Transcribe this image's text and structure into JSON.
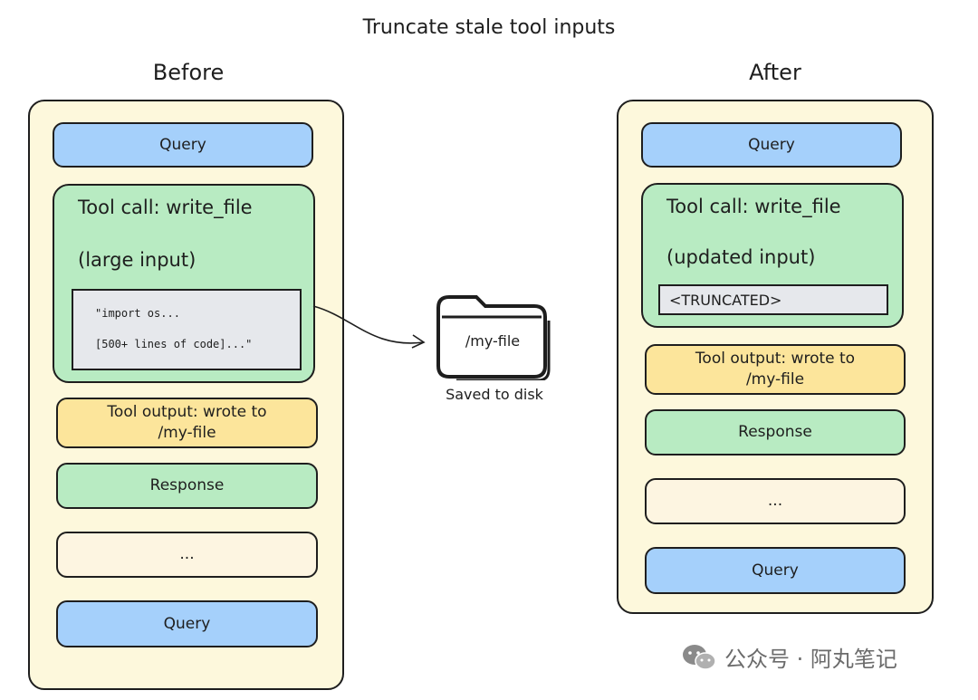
{
  "title": "Truncate stale tool inputs",
  "before": {
    "heading": "Before",
    "query_top": "Query",
    "tool_call": "Tool call: write_file",
    "tool_call_sub": "(large input)",
    "code_line1": "\"import os...",
    "code_line2": "[500+ lines of code]...\"",
    "tool_output": "Tool output: wrote to\n/my-file",
    "response": "Response",
    "ellipsis": "...",
    "query_bottom": "Query"
  },
  "after": {
    "heading": "After",
    "query_top": "Query",
    "tool_call": "Tool call: write_file",
    "tool_call_sub": "(updated input)",
    "truncated": "<TRUNCATED>",
    "tool_output": "Tool output: wrote to\n/my-file",
    "response": "Response",
    "ellipsis": "...",
    "query_bottom": "Query"
  },
  "folder": {
    "label": "/my-file",
    "caption": "Saved to disk"
  },
  "watermark": "公众号 · 阿丸笔记",
  "colors": {
    "panel": "#fdf8dc",
    "query": "#a5d0fb",
    "tool_call": "#b8ebc2",
    "tool_output": "#fce59b",
    "ellipsis_box": "#fdf5e1",
    "code_box": "#e6e8ec"
  }
}
